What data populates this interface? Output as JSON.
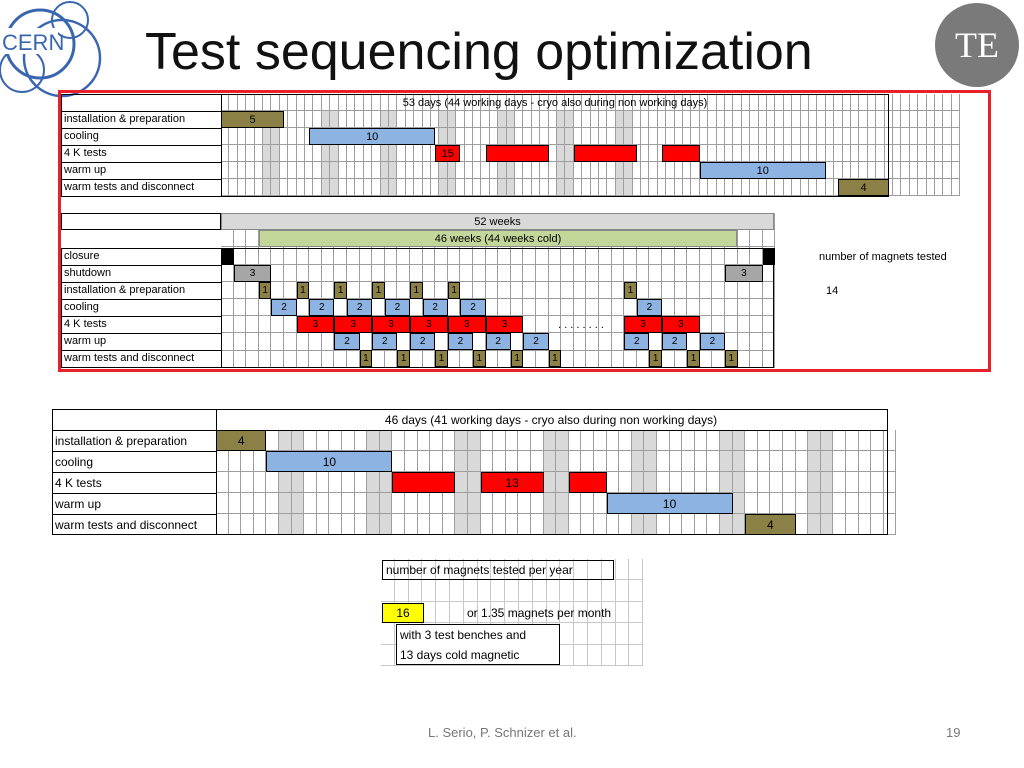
{
  "slide": {
    "title": "Test sequencing optimization",
    "logo_left": "CERN",
    "logo_right": "TE",
    "footer_author": "L. Serio, P. Schnizer et al.",
    "page_number": "19"
  },
  "colors": {
    "olive": "#8b8147",
    "blue": "#8db3e2",
    "red": "#ff0000",
    "green": "#c4d79b",
    "gray": "#d9d9d9",
    "darkgray": "#a6a6a6",
    "black": "#000000",
    "yellow": "#ffff00",
    "frame": "#e8202a"
  },
  "table1": {
    "header": "53 days (44 working days - cryo also during non working days)",
    "rows": [
      {
        "label": "installation & preparation",
        "bars": [
          {
            "start": 0,
            "len": 5,
            "text": "5",
            "color": "olive"
          }
        ]
      },
      {
        "label": "cooling",
        "bars": [
          {
            "start": 7,
            "len": 10,
            "text": "10",
            "color": "blue"
          }
        ]
      },
      {
        "label": "4 K tests",
        "bars": [
          {
            "start": 17,
            "len": 2,
            "text": "15",
            "color": "red"
          },
          {
            "start": 21,
            "len": 5,
            "text": "",
            "color": "red"
          },
          {
            "start": 28,
            "len": 5,
            "text": "",
            "color": "red"
          },
          {
            "start": 35,
            "len": 3,
            "text": "",
            "color": "red"
          }
        ]
      },
      {
        "label": "warm up",
        "bars": [
          {
            "start": 38,
            "len": 10,
            "text": "10",
            "color": "blue"
          }
        ]
      },
      {
        "label": "warm tests and disconnect",
        "bars": [
          {
            "start": 49,
            "len": 4,
            "text": "4",
            "color": "olive"
          }
        ]
      }
    ]
  },
  "table2": {
    "header_outer": "52 weeks",
    "header_inner": "46 weeks (44 weeks cold)",
    "side_label": "number of magnets tested",
    "side_value": "14",
    "dots": ". . . . . . . .",
    "rows": [
      {
        "label": "closure",
        "bars": [
          {
            "start": 0,
            "len": 1,
            "text": "",
            "color": "black"
          },
          {
            "start": 43,
            "len": 1,
            "text": "",
            "color": "black"
          }
        ]
      },
      {
        "label": "shutdown",
        "bars": [
          {
            "start": 1,
            "len": 3,
            "text": "3",
            "color": "darkgray"
          },
          {
            "start": 40,
            "len": 3,
            "text": "3",
            "color": "darkgray"
          }
        ]
      },
      {
        "label": "installation & preparation",
        "bars": [
          {
            "start": 3,
            "len": 1,
            "text": "1",
            "color": "olive"
          },
          {
            "start": 6,
            "len": 1,
            "text": "1",
            "color": "olive"
          },
          {
            "start": 9,
            "len": 1,
            "text": "1",
            "color": "olive"
          },
          {
            "start": 12,
            "len": 1,
            "text": "1",
            "color": "olive"
          },
          {
            "start": 15,
            "len": 1,
            "text": "1",
            "color": "olive"
          },
          {
            "start": 18,
            "len": 1,
            "text": "1",
            "color": "olive"
          },
          {
            "start": 32,
            "len": 1,
            "text": "1",
            "color": "olive"
          }
        ]
      },
      {
        "label": "cooling",
        "bars": [
          {
            "start": 4,
            "len": 2,
            "text": "2",
            "color": "blue"
          },
          {
            "start": 7,
            "len": 2,
            "text": "2",
            "color": "blue"
          },
          {
            "start": 10,
            "len": 2,
            "text": "2",
            "color": "blue"
          },
          {
            "start": 13,
            "len": 2,
            "text": "2",
            "color": "blue"
          },
          {
            "start": 16,
            "len": 2,
            "text": "2",
            "color": "blue"
          },
          {
            "start": 19,
            "len": 2,
            "text": "2",
            "color": "blue"
          },
          {
            "start": 33,
            "len": 2,
            "text": "2",
            "color": "blue"
          }
        ]
      },
      {
        "label": "4 K tests",
        "bars": [
          {
            "start": 6,
            "len": 3,
            "text": "3",
            "color": "red"
          },
          {
            "start": 9,
            "len": 3,
            "text": "3",
            "color": "red"
          },
          {
            "start": 12,
            "len": 3,
            "text": "3",
            "color": "red"
          },
          {
            "start": 15,
            "len": 3,
            "text": "3",
            "color": "red"
          },
          {
            "start": 18,
            "len": 3,
            "text": "3",
            "color": "red"
          },
          {
            "start": 21,
            "len": 3,
            "text": "3",
            "color": "red"
          },
          {
            "start": 32,
            "len": 3,
            "text": "3",
            "color": "red"
          },
          {
            "start": 35,
            "len": 3,
            "text": "3",
            "color": "red"
          }
        ]
      },
      {
        "label": "warm up",
        "bars": [
          {
            "start": 9,
            "len": 2,
            "text": "2",
            "color": "blue"
          },
          {
            "start": 12,
            "len": 2,
            "text": "2",
            "color": "blue"
          },
          {
            "start": 15,
            "len": 2,
            "text": "2",
            "color": "blue"
          },
          {
            "start": 18,
            "len": 2,
            "text": "2",
            "color": "blue"
          },
          {
            "start": 21,
            "len": 2,
            "text": "2",
            "color": "blue"
          },
          {
            "start": 24,
            "len": 2,
            "text": "2",
            "color": "blue"
          },
          {
            "start": 32,
            "len": 2,
            "text": "2",
            "color": "blue"
          },
          {
            "start": 35,
            "len": 2,
            "text": "2",
            "color": "blue"
          },
          {
            "start": 38,
            "len": 2,
            "text": "2",
            "color": "blue"
          }
        ]
      },
      {
        "label": "warm tests and disconnect",
        "bars": [
          {
            "start": 11,
            "len": 1,
            "text": "1",
            "color": "olive"
          },
          {
            "start": 14,
            "len": 1,
            "text": "1",
            "color": "olive"
          },
          {
            "start": 17,
            "len": 1,
            "text": "1",
            "color": "olive"
          },
          {
            "start": 20,
            "len": 1,
            "text": "1",
            "color": "olive"
          },
          {
            "start": 23,
            "len": 1,
            "text": "1",
            "color": "olive"
          },
          {
            "start": 26,
            "len": 1,
            "text": "1",
            "color": "olive"
          },
          {
            "start": 34,
            "len": 1,
            "text": "1",
            "color": "olive"
          },
          {
            "start": 37,
            "len": 1,
            "text": "1",
            "color": "olive"
          },
          {
            "start": 40,
            "len": 1,
            "text": "1",
            "color": "olive"
          }
        ]
      }
    ]
  },
  "table3": {
    "header": "46 days (41 working days - cryo also during non working days)",
    "rows": [
      {
        "label": "installation & preparation",
        "bars": [
          {
            "start": 0,
            "len": 4,
            "text": "4",
            "color": "olive"
          }
        ]
      },
      {
        "label": "cooling",
        "bars": [
          {
            "start": 4,
            "len": 10,
            "text": "10",
            "color": "blue"
          }
        ]
      },
      {
        "label": "4 K tests",
        "bars": [
          {
            "start": 14,
            "len": 5,
            "text": "",
            "color": "red"
          },
          {
            "start": 21,
            "len": 5,
            "text": "13",
            "color": "red"
          },
          {
            "start": 28,
            "len": 3,
            "text": "",
            "color": "red"
          }
        ]
      },
      {
        "label": "warm up",
        "bars": [
          {
            "start": 31,
            "len": 10,
            "text": "10",
            "color": "blue"
          }
        ]
      },
      {
        "label": "warm tests and disconnect",
        "bars": [
          {
            "start": 42,
            "len": 4,
            "text": "4",
            "color": "olive"
          }
        ]
      }
    ]
  },
  "summary": {
    "title": "number of magnets tested per year",
    "value": "16",
    "per_month": "or 1.35 magnets per month",
    "note_line1": "with 3 test benches and",
    "note_line2": "13 days cold magnetic"
  }
}
